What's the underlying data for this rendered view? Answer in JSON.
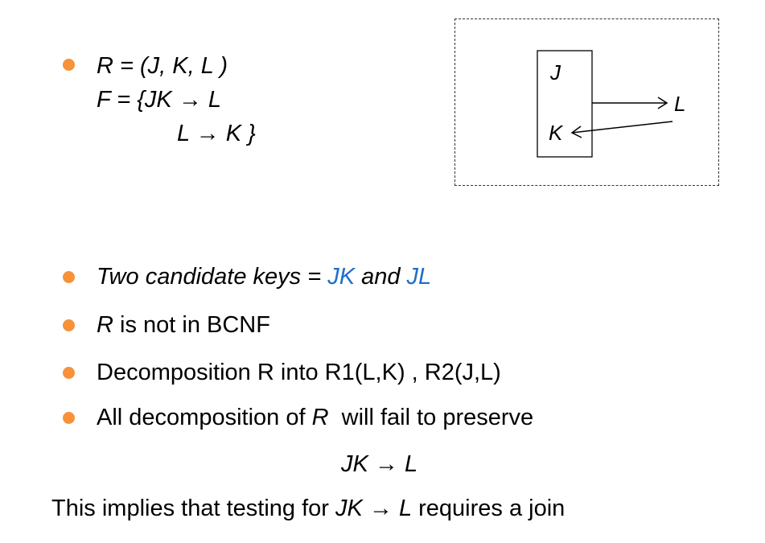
{
  "slide": {
    "bullet_color": "#f7923a",
    "accent_color": "#1f6fc9",
    "block1": {
      "line1": "R = (J, K, L )",
      "line2": "F = {JK → L",
      "line3": "L → K }"
    },
    "diagram": {
      "label_j": "J",
      "label_k": "K",
      "label_l": "L",
      "edges": [
        {
          "from": "JK",
          "to": "L"
        },
        {
          "from": "L",
          "to": "K"
        }
      ]
    },
    "bullets": [
      {
        "parts": [
          {
            "text": "Two candidate keys = ",
            "style": "italic"
          },
          {
            "text": "JK",
            "style": "italic-blue"
          },
          {
            "text": " and ",
            "style": "italic"
          },
          {
            "text": "JL",
            "style": "italic-blue"
          }
        ]
      },
      {
        "parts": [
          {
            "text": "R",
            "style": "italic"
          },
          {
            "text": " is not in BCNF",
            "style": "normal"
          }
        ]
      },
      {
        "parts": [
          {
            "text": "Decomposition R into R1(L,K) , R2(J,L)",
            "style": "normal"
          }
        ]
      },
      {
        "parts": [
          {
            "text": "All decomposition of ",
            "style": "normal"
          },
          {
            "text": "R",
            "style": "italic"
          },
          {
            "text": "  will fail to preserve",
            "style": "normal"
          }
        ]
      }
    ],
    "centered_fd": "JK → L",
    "conclusion": {
      "prefix": "This implies that testing for ",
      "fd": "JK → L",
      "suffix": " requires a join"
    }
  }
}
